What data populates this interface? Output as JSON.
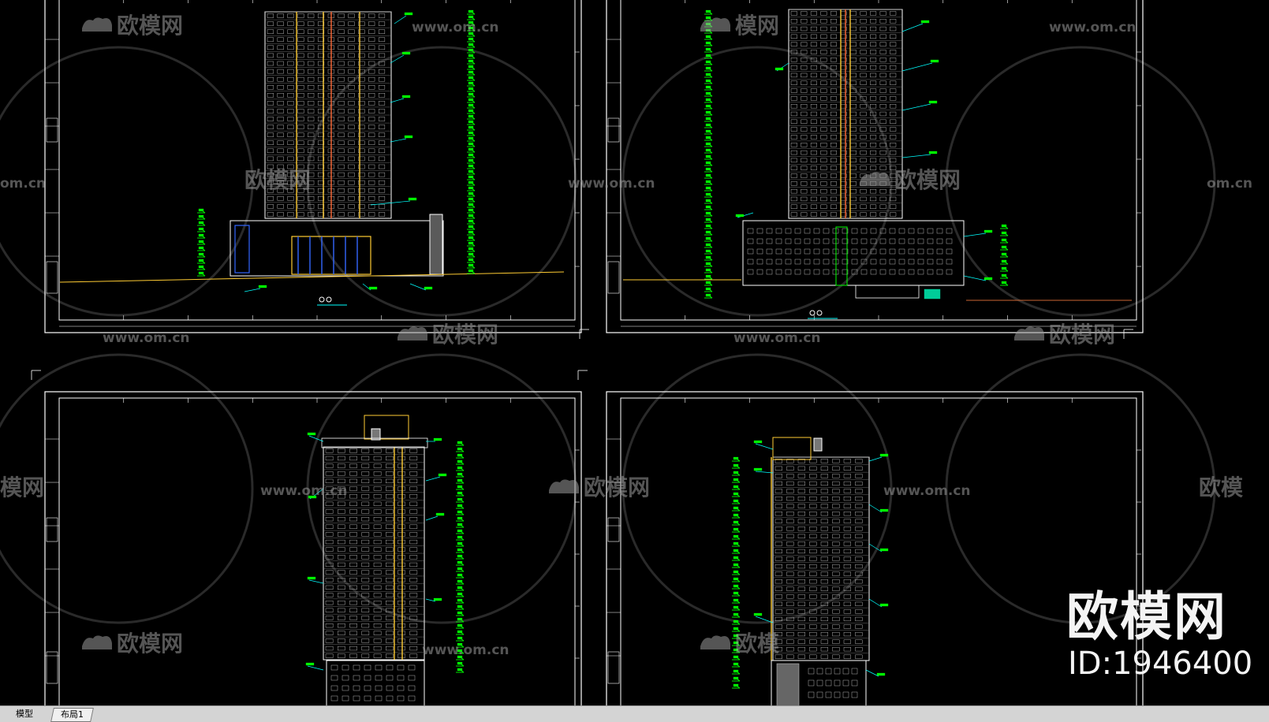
{
  "watermark": {
    "logo_text": "欧模网",
    "url_text": "www.om.cn",
    "url_text_partial": "om.cn",
    "logo_partial_a": "模网",
    "logo_partial_b": "欧模",
    "logo_partial_c": "欧模网",
    "big_text": "欧模网",
    "id_text": "ID:1946400"
  },
  "tabs": {
    "model": "模型",
    "layout1": "布局1"
  },
  "colors": {
    "background": "#000000",
    "frame": "#ffffff",
    "annotation": "#00ff00",
    "leader": "#00ffff",
    "building": "#ffffff",
    "accent_yellow": "#ffcc33",
    "accent_blue": "#3366ff",
    "watermark": "#9a9a9a"
  },
  "sheets": [
    {
      "name": "elevation-front",
      "caption_icon": "axis-grid"
    },
    {
      "name": "elevation-back",
      "caption_icon": "axis-grid"
    },
    {
      "name": "elevation-side-left"
    },
    {
      "name": "elevation-side-right"
    }
  ]
}
